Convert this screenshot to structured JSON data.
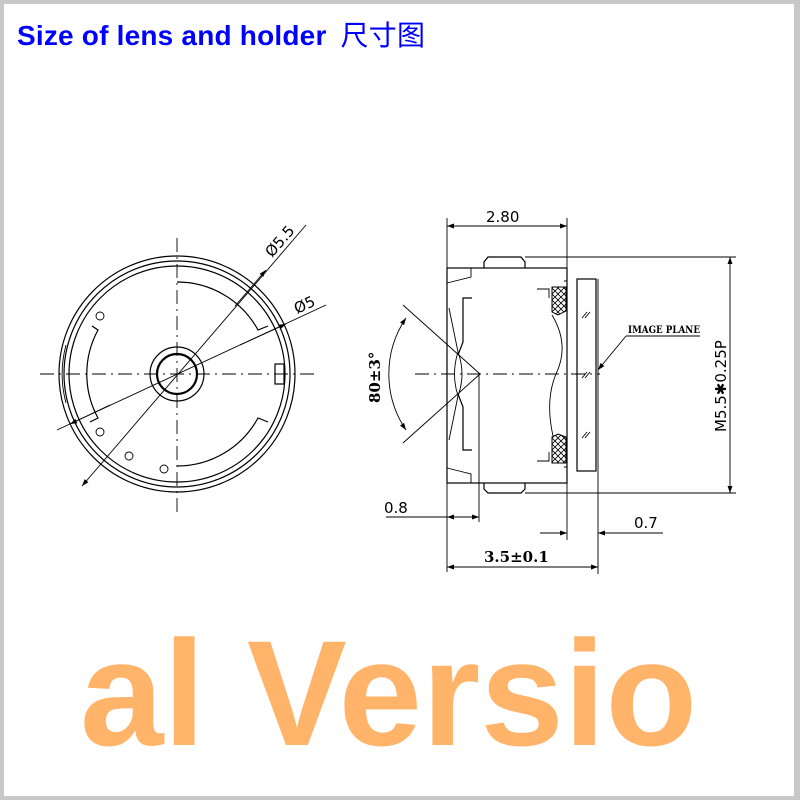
{
  "title": {
    "en": "Size of lens and holder",
    "cn": "尺寸图"
  },
  "front_view": {
    "outer_diameter": "Ø5.5",
    "inner_diameter": "Ø5"
  },
  "side_view": {
    "length_top": "2.80",
    "thread": "M5.5✱0.25P",
    "image_plane": "IMAGE PLANE",
    "fov": "80±3°",
    "front_offset": "0.8",
    "back_focal": "0.7",
    "total_length": "3.5±0.1"
  },
  "watermark": "al Versio",
  "colors": {
    "title": "#0000ff",
    "watermark": "#ffb469"
  }
}
